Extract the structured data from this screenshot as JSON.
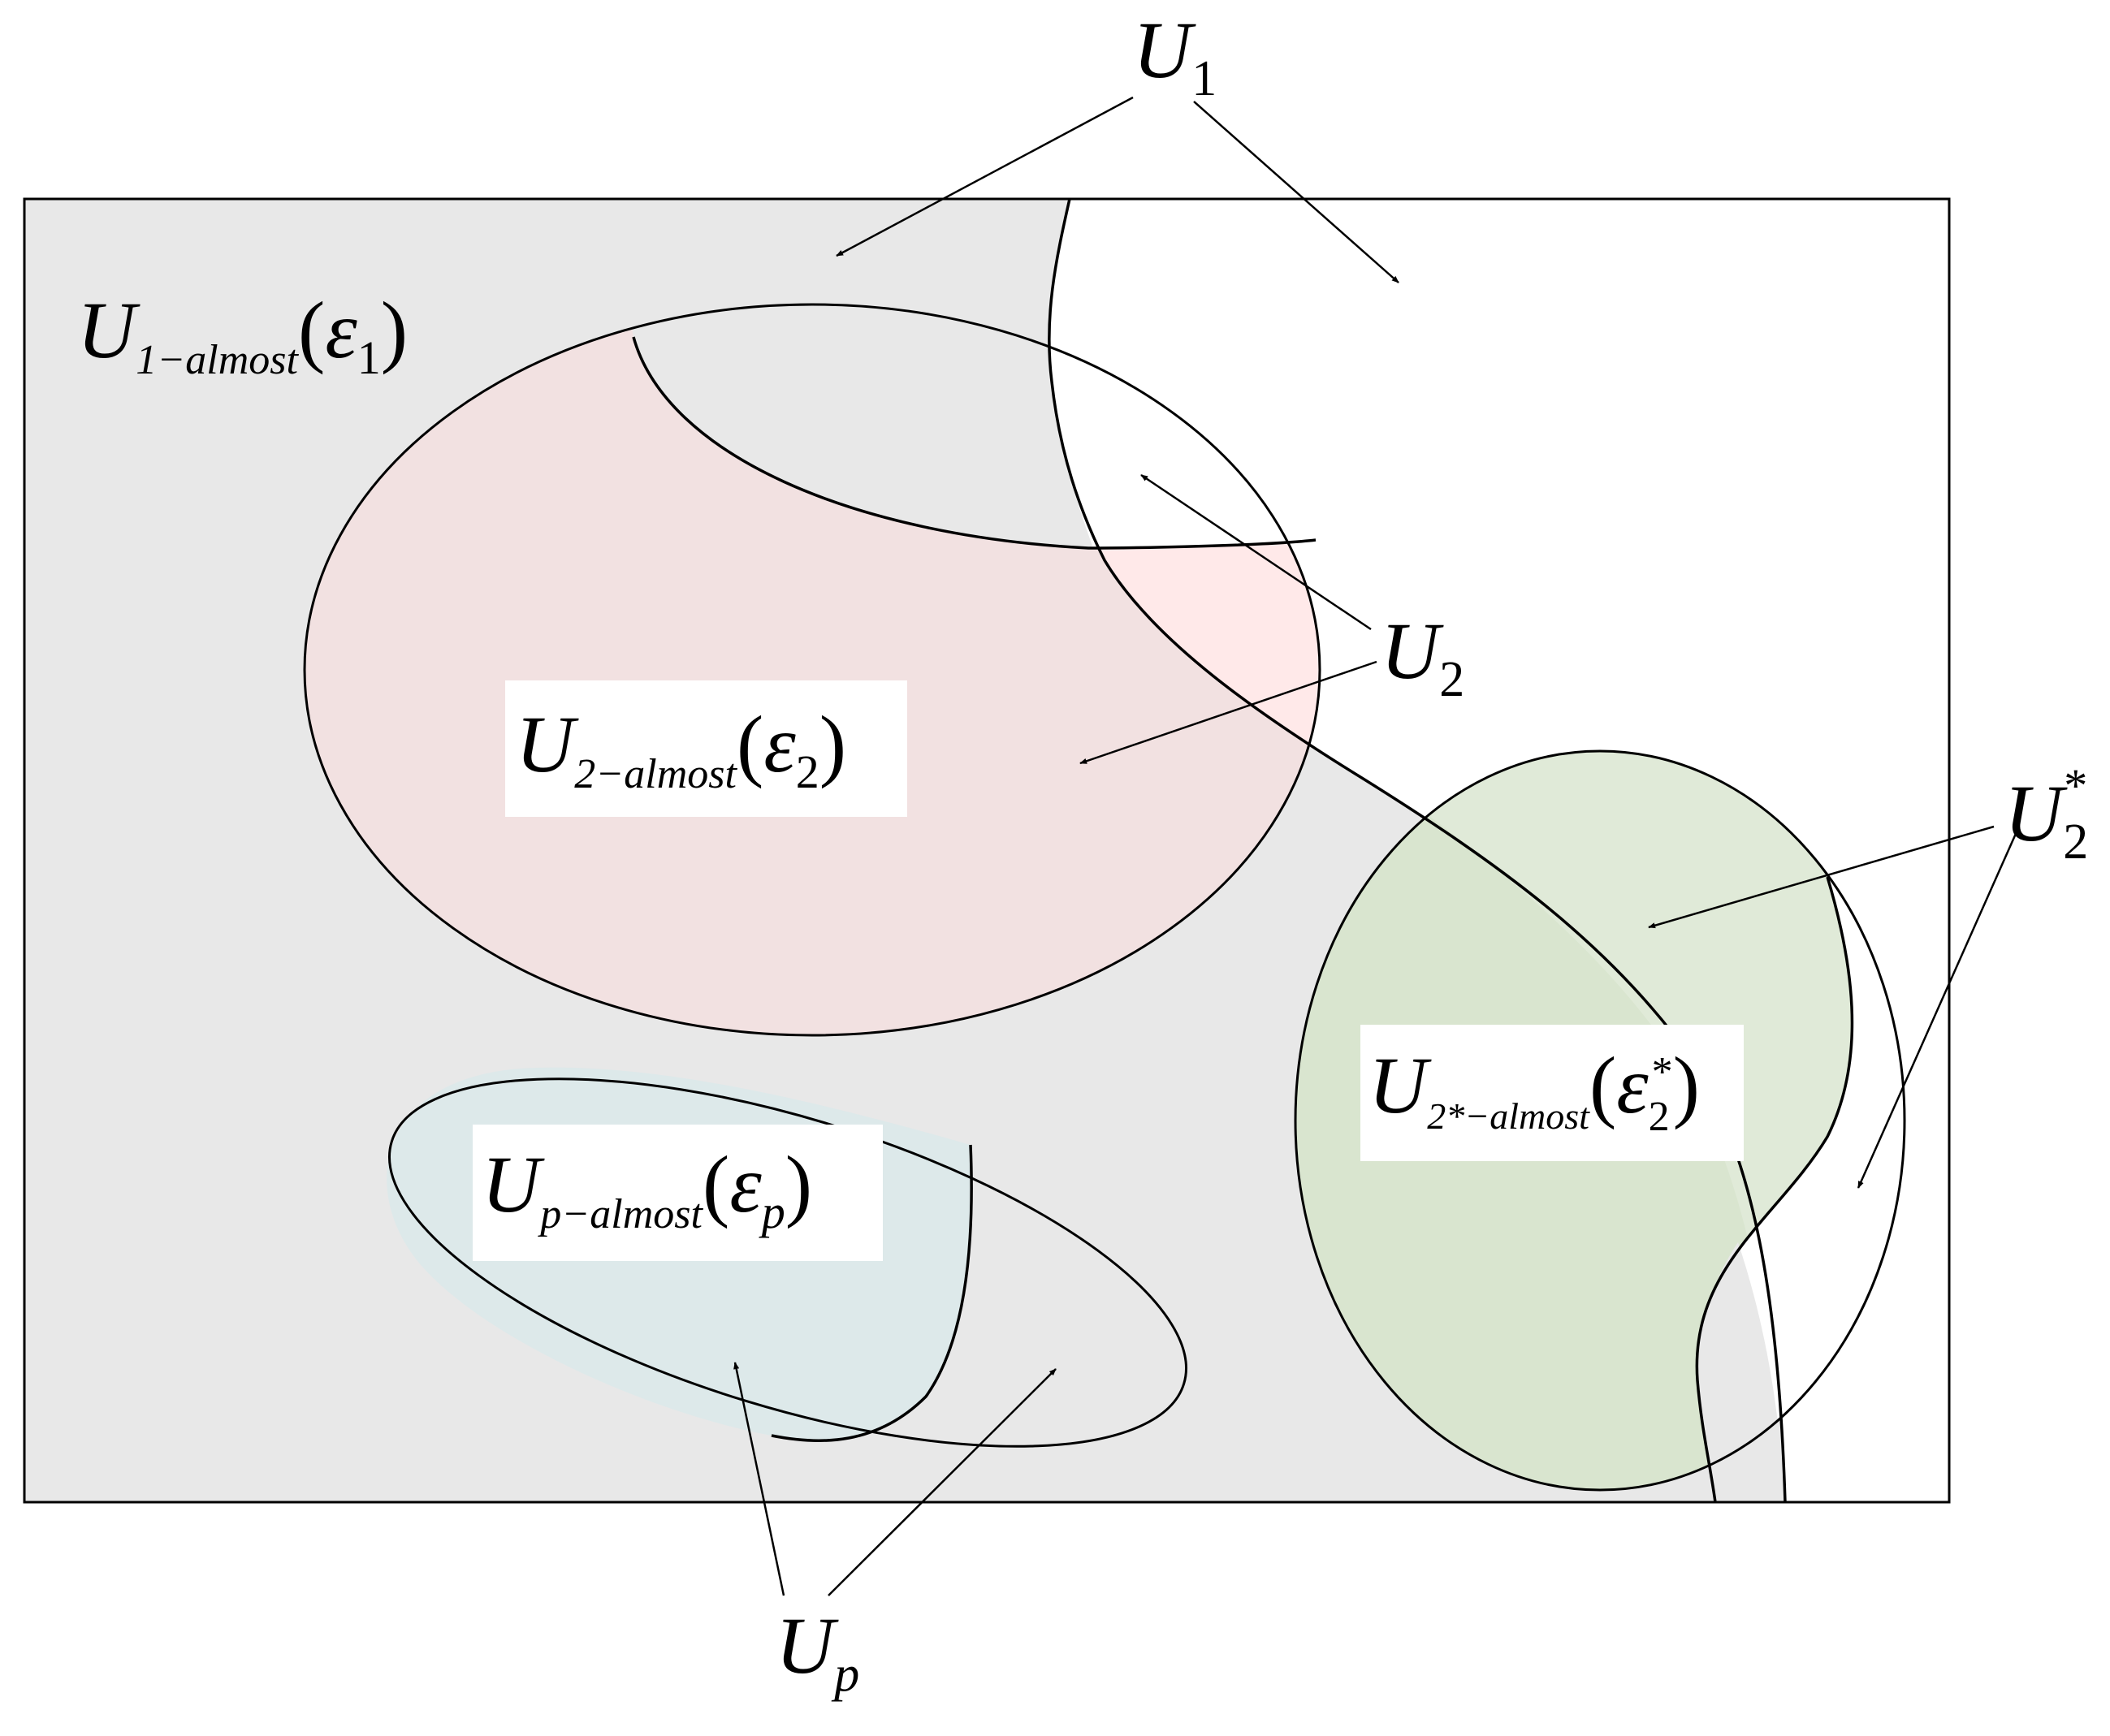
{
  "colors": {
    "background": "#e8e8e8",
    "u2_region": "#f2e1e1",
    "u2_light": "#ffe9e9",
    "up_region": "#dde9ea",
    "u2star_region": "#e0ead8",
    "u2star_dark": "#d9e5cf"
  },
  "labels": {
    "u1": {
      "base": "U",
      "sub": "1"
    },
    "u2": {
      "base": "U",
      "sub": "2"
    },
    "up": {
      "base": "U",
      "sub": "p"
    },
    "u2star": {
      "base": "U",
      "sup": "*",
      "sub": "2"
    },
    "u1_almost": {
      "base": "U",
      "sub": "1−almost",
      "arg": "ε",
      "arg_sub": "1"
    },
    "u2_almost": {
      "base": "U",
      "sub": "2−almost",
      "arg": "ε",
      "arg_sub": "2"
    },
    "up_almost": {
      "base": "U",
      "sub": "p−almost",
      "arg": "ε",
      "arg_sub": "p"
    },
    "u2star_almost": {
      "base": "U",
      "sub": "2*−almost",
      "arg": "ε",
      "arg_sub": "2",
      "arg_sup": "*"
    }
  }
}
